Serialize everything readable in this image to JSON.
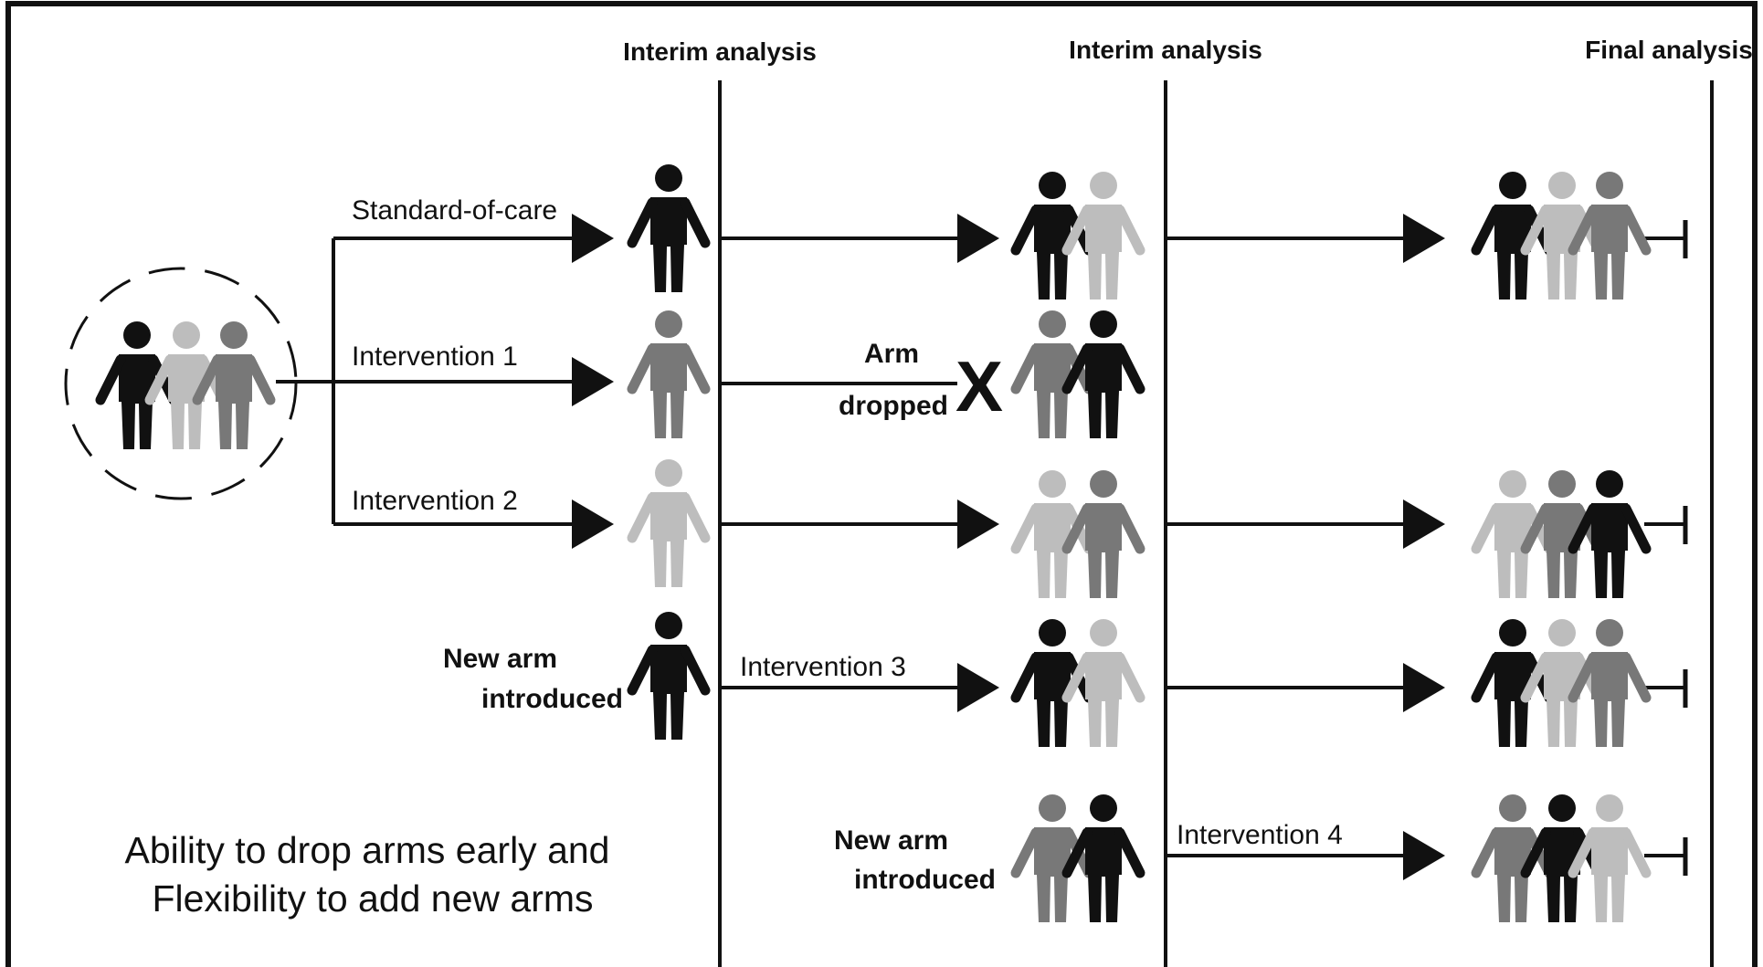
{
  "phases": {
    "interim_1": "Interim analysis",
    "interim_2": "Interim analysis",
    "final": "Final analysis"
  },
  "arms": {
    "standard_of_care": "Standard-of-care",
    "intervention_1": "Intervention 1",
    "intervention_2": "Intervention 2",
    "intervention_3": "Intervention 3",
    "intervention_4": "Intervention 4"
  },
  "events": {
    "arm_dropped_line1": "Arm",
    "arm_dropped_line2": "dropped",
    "drop_mark": "X",
    "new_arm_1_line1": "New arm",
    "new_arm_1_line2": "introduced",
    "new_arm_2_line1": "New arm",
    "new_arm_2_line2": "introduced"
  },
  "caption": {
    "line1": "Ability to drop arms early and",
    "line2": "Flexibility to add new arms"
  },
  "colors": {
    "black": "#111111",
    "light_gray": "#bdbdbd",
    "mid_gray": "#787878",
    "line": "#111111"
  }
}
